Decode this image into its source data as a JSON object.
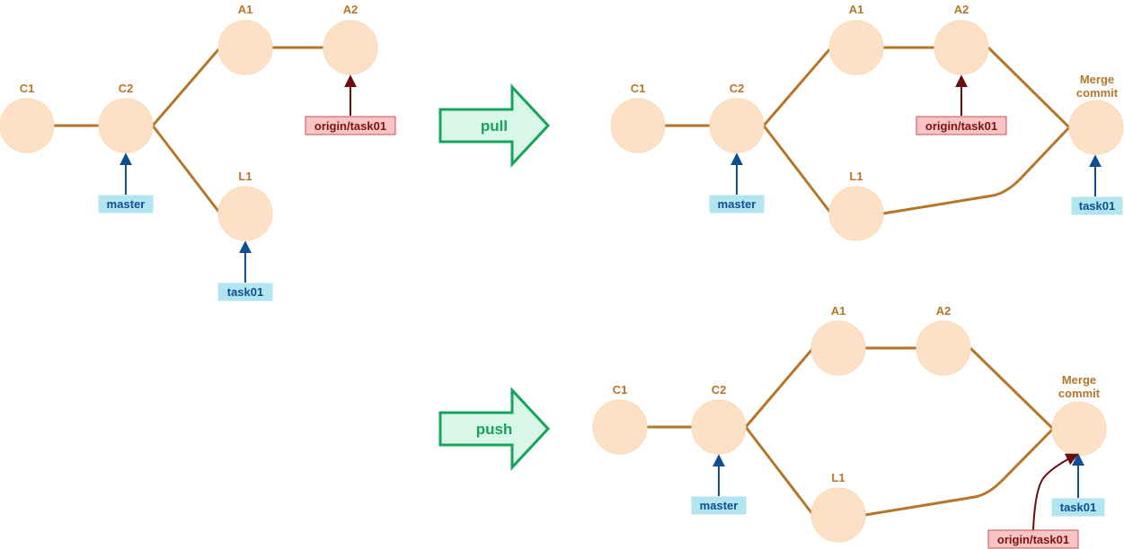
{
  "colors": {
    "edge": "#b5762a",
    "node_fill": "#fde1c6",
    "local_branch_box": "#b1e5f0",
    "local_branch_text": "#0e4f93",
    "remote_branch_box": "#f9c4c4",
    "remote_branch_text": "#7a1212",
    "operation_arrow_fill": "#d9f7e8",
    "operation_arrow_stroke": "#16a35a"
  },
  "panel_before": {
    "commits": {
      "c1": "C1",
      "c2": "C2",
      "a1": "A1",
      "a2": "A2",
      "l1": "L1"
    },
    "refs": {
      "master": "master",
      "task01": "task01",
      "origin_task01": "origin/task01"
    }
  },
  "operations": {
    "pull": "pull",
    "push": "push"
  },
  "panel_after_pull": {
    "commits": {
      "c1": "C1",
      "c2": "C2",
      "a1": "A1",
      "a2": "A2",
      "l1": "L1",
      "merge_line1": "Merge",
      "merge_line2": "commit"
    },
    "refs": {
      "master": "master",
      "task01": "task01",
      "origin_task01": "origin/task01"
    }
  },
  "panel_after_push": {
    "commits": {
      "c1": "C1",
      "c2": "C2",
      "a1": "A1",
      "a2": "A2",
      "l1": "L1",
      "merge_line1": "Merge",
      "merge_line2": "commit"
    },
    "refs": {
      "master": "master",
      "task01": "task01",
      "origin_task01": "origin/task01"
    }
  }
}
